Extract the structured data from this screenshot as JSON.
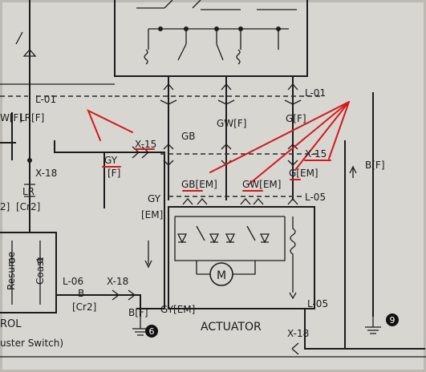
{
  "labels": {
    "l01_left": "L-01",
    "l01_right": "L-01",
    "w_f": "W[F]",
    "lr_f": "LR[F]",
    "x18_left": "X-18",
    "lr": "LR",
    "cr2_left": "[Cr2]",
    "two_left": "2]",
    "resume": "Resume",
    "coast": "Coast",
    "l06": "L-06",
    "b_mid": "B",
    "cr2_mid": "[Cr2]",
    "x18_mid": "X-18",
    "b_f_bottom": "B[F]",
    "rol": "ROL",
    "uster_switch": "uster Switch)",
    "gy": "GY",
    "f_bracket": "[F]",
    "x15_left": "X-15",
    "gy_right": "GY",
    "em": "[EM]",
    "gb_f": "GB",
    "gw_f": "GW[F]",
    "g_f": "G[F]",
    "gb_em": "GB[EM]",
    "gw_em": "GW[EM]",
    "g_em": "G[EM]",
    "x15_right": "X-15",
    "b_f_right": "B[F]",
    "l05_top": "L-05",
    "l05_bottom": "L-05",
    "motor": "M",
    "gy_em_bottom": "GY[EM]",
    "actuator": "ACTUATOR",
    "x18_bottom": "X-18",
    "ground6": "6",
    "ground9": "9"
  },
  "colors": {
    "paper": "#d8d6d1",
    "ink": "#1c1c1c",
    "annotation": "#d31a1a"
  }
}
